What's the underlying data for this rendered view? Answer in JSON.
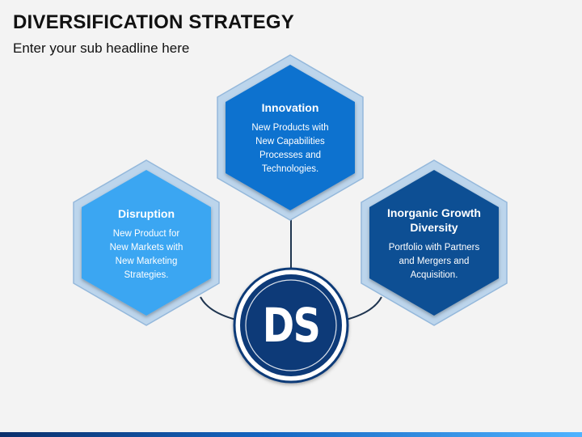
{
  "title": "DIVERSIFICATION STRATEGY",
  "subtitle": "Enter your sub headline here",
  "center": {
    "label": "DS"
  },
  "nodes": [
    {
      "heading": "Innovation",
      "body": [
        "New Products with",
        "New Capabilities",
        "Processes and",
        "Technologies."
      ]
    },
    {
      "heading": "Disruption",
      "body": [
        "New Product for",
        "New Markets with",
        "New Marketing",
        "Strategies."
      ]
    },
    {
      "heading": [
        "Inorganic Growth",
        "Diversity"
      ],
      "body": [
        "Portfolio with Partners",
        "and Mergers and",
        "Acquisition."
      ]
    }
  ],
  "colors": {
    "innovation": "#1172cf",
    "disruption": "#3aa6f2",
    "inorganic": "#0b4f94",
    "center": "#0d3a78",
    "connector": "#1f3550"
  }
}
